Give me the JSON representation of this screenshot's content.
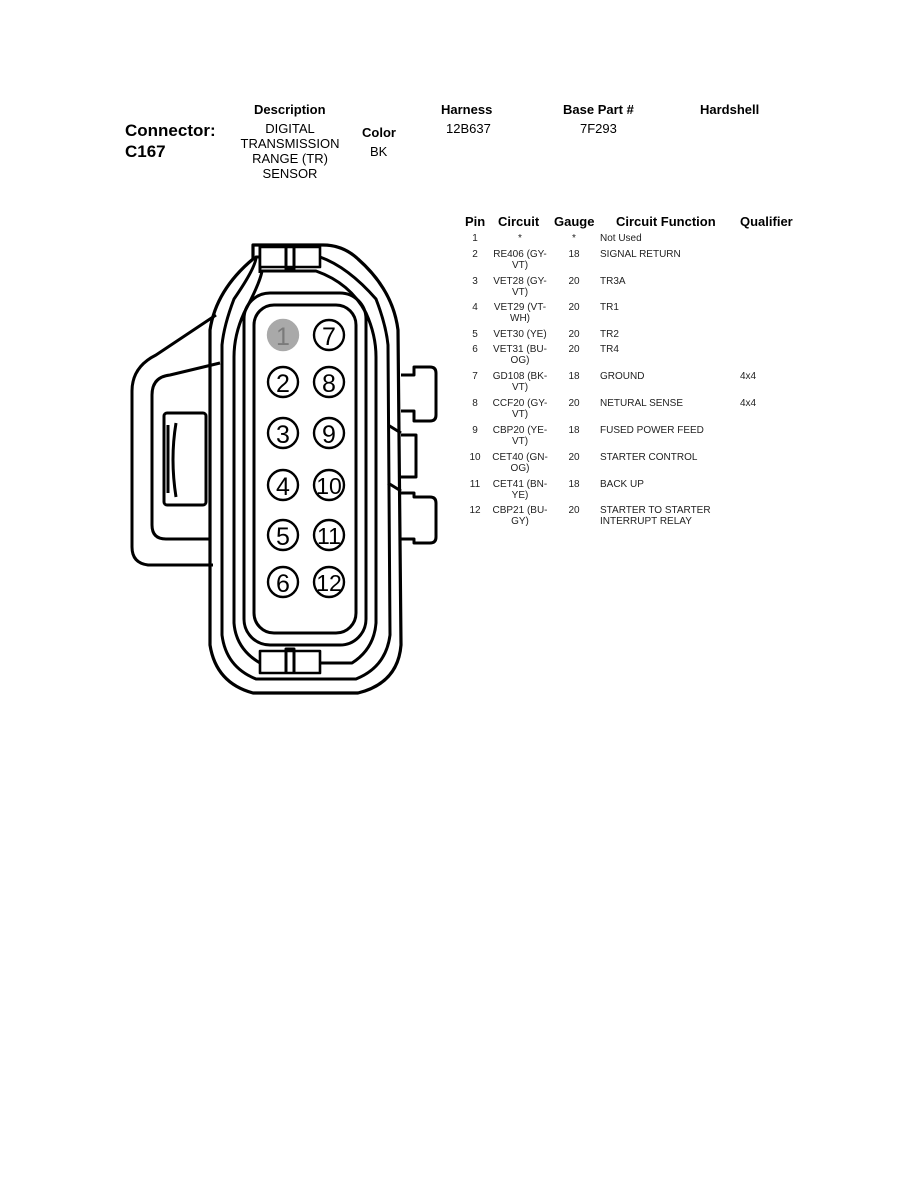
{
  "header": {
    "connector_label": "Connector:",
    "connector_id": "C167",
    "description_label": "Description",
    "description_lines": [
      "DIGITAL",
      "TRANSMISSION",
      "RANGE (TR)",
      "SENSOR"
    ],
    "color_label": "Color",
    "color_value": "BK",
    "harness_label": "Harness",
    "harness_value": "12B637",
    "base_part_label": "Base Part #",
    "base_part_value": "7F293",
    "hardshell_label": "Hardshell"
  },
  "table": {
    "columns": [
      "Pin",
      "Circuit",
      "Gauge",
      "Circuit Function",
      "Qualifier"
    ],
    "rows": [
      {
        "pin": "1",
        "circuit": [
          "*"
        ],
        "gauge": "*",
        "function": [
          "Not Used"
        ],
        "qualifier": ""
      },
      {
        "pin": "2",
        "circuit": [
          "RE406 (GY-",
          "VT)"
        ],
        "gauge": "18",
        "function": [
          "SIGNAL RETURN"
        ],
        "qualifier": ""
      },
      {
        "pin": "3",
        "circuit": [
          "VET28 (GY-",
          "VT)"
        ],
        "gauge": "20",
        "function": [
          "TR3A"
        ],
        "qualifier": ""
      },
      {
        "pin": "4",
        "circuit": [
          "VET29 (VT-",
          "WH)"
        ],
        "gauge": "20",
        "function": [
          "TR1"
        ],
        "qualifier": ""
      },
      {
        "pin": "5",
        "circuit": [
          "VET30 (YE)"
        ],
        "gauge": "20",
        "function": [
          "TR2"
        ],
        "qualifier": ""
      },
      {
        "pin": "6",
        "circuit": [
          "VET31 (BU-",
          "OG)"
        ],
        "gauge": "20",
        "function": [
          "TR4"
        ],
        "qualifier": ""
      },
      {
        "pin": "7",
        "circuit": [
          "GD108 (BK-",
          "VT)"
        ],
        "gauge": "18",
        "function": [
          "GROUND"
        ],
        "qualifier": "4x4"
      },
      {
        "pin": "8",
        "circuit": [
          "CCF20 (GY-",
          "VT)"
        ],
        "gauge": "20",
        "function": [
          "NETURAL SENSE"
        ],
        "qualifier": "4x4"
      },
      {
        "pin": "9",
        "circuit": [
          "CBP20 (YE-",
          "VT)"
        ],
        "gauge": "18",
        "function": [
          "FUSED POWER FEED"
        ],
        "qualifier": ""
      },
      {
        "pin": "10",
        "circuit": [
          "CET40 (GN-",
          "OG)"
        ],
        "gauge": "20",
        "function": [
          "STARTER CONTROL"
        ],
        "qualifier": ""
      },
      {
        "pin": "11",
        "circuit": [
          "CET41 (BN-",
          "YE)"
        ],
        "gauge": "18",
        "function": [
          "BACK UP"
        ],
        "qualifier": ""
      },
      {
        "pin": "12",
        "circuit": [
          "CBP21 (BU-",
          "GY)"
        ],
        "gauge": "20",
        "function": [
          "STARTER TO STARTER",
          "INTERRUPT RELAY"
        ],
        "qualifier": ""
      }
    ]
  },
  "diagram": {
    "pins_left": [
      "1",
      "2",
      "3",
      "4",
      "5",
      "6"
    ],
    "pins_right": [
      "7",
      "8",
      "9",
      "10",
      "11",
      "12"
    ],
    "highlighted_pin": "1",
    "highlight_color": "#a9a9a9"
  }
}
